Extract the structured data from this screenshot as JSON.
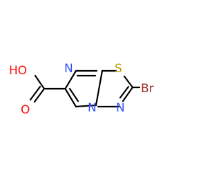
{
  "molecule": {
    "atoms": {
      "oh": "HO",
      "o": "O",
      "n_imine": "N",
      "s": "S",
      "br": "Br",
      "n_bridge": "N",
      "n_ring": "N"
    },
    "colors": {
      "bond": "#000000",
      "oxygen": "#ff0d0d",
      "nitrogen": "#3050f8",
      "sulfur": "#b8a000",
      "bromine": "#a62929"
    }
  }
}
